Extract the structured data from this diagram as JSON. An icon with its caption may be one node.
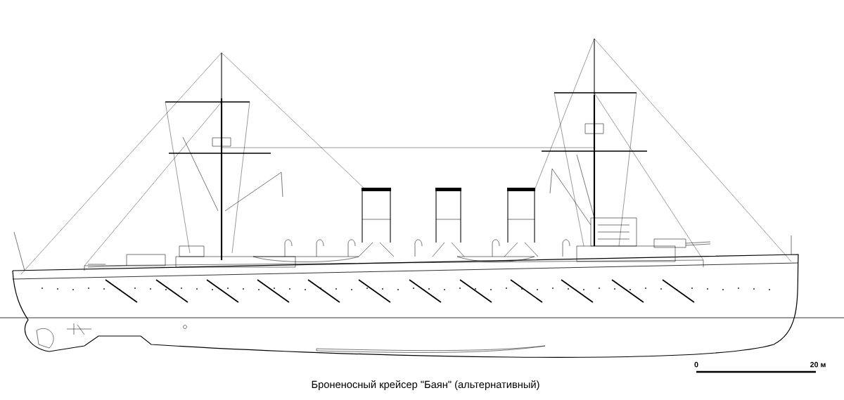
{
  "diagram": {
    "caption": "Броненосный крейсер \"Баян\" (альтернативный)",
    "labels": [
      "0",
      "20 м"
    ]
  }
}
